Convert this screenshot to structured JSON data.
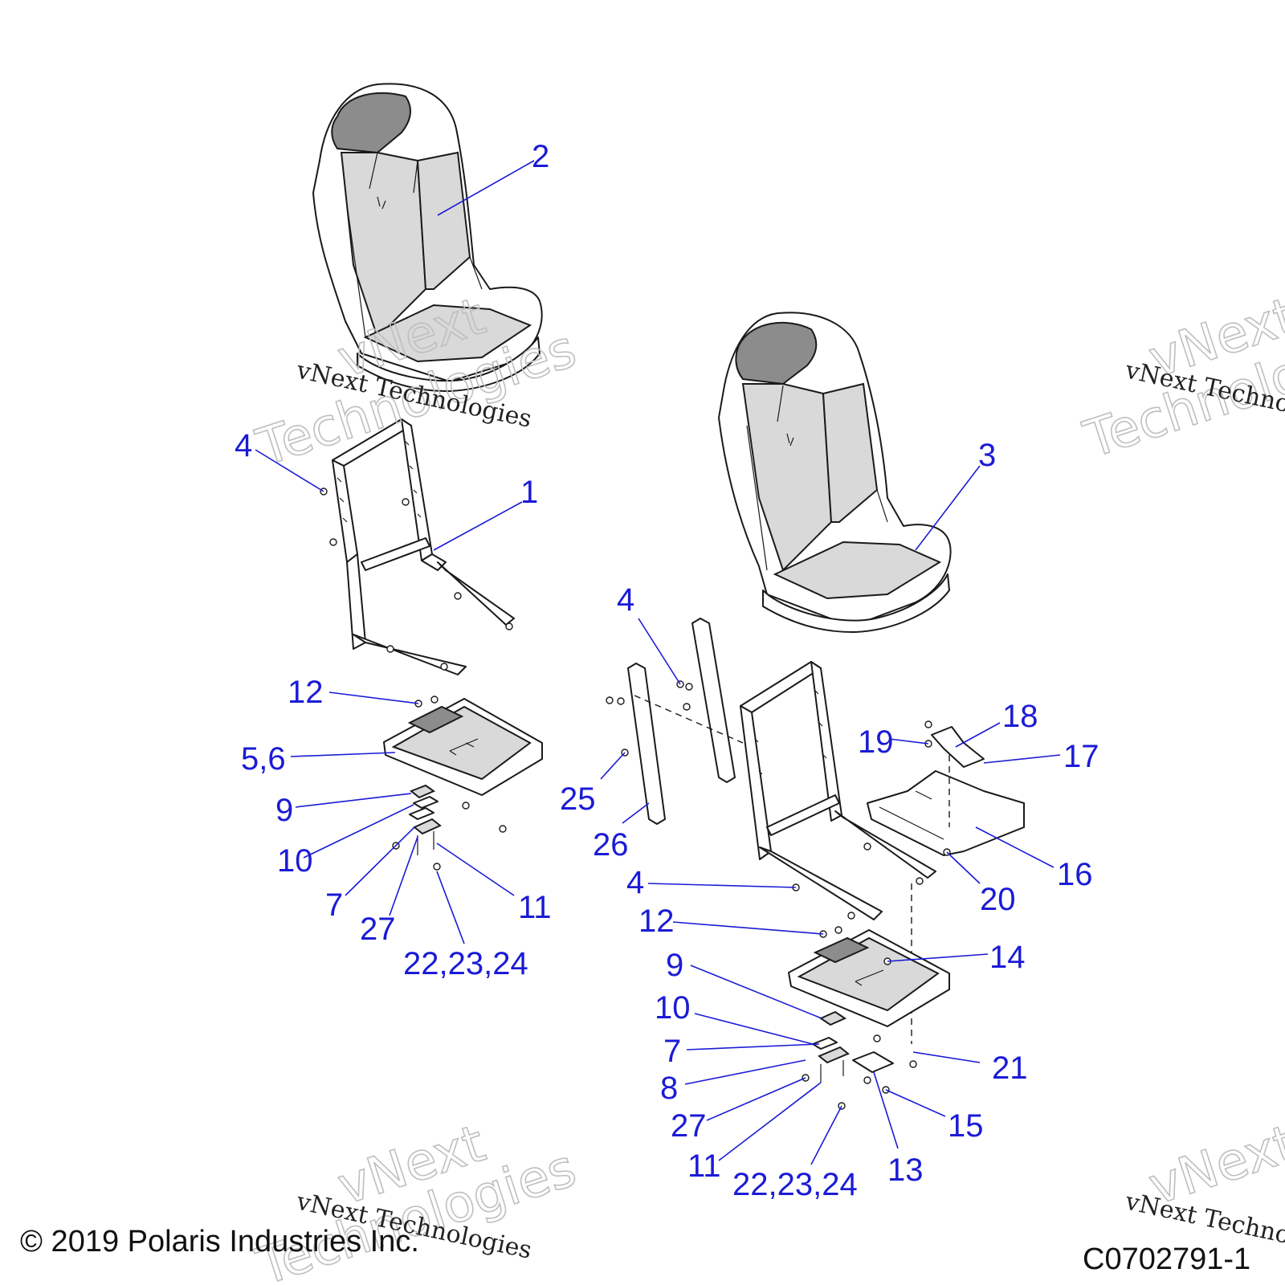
{
  "callouts": {
    "c2": "2",
    "c3": "3",
    "c1": "1",
    "c4a": "4",
    "c4b": "4",
    "c4c": "4",
    "c12a": "12",
    "c12b": "12",
    "c56": "5,6",
    "c9a": "9",
    "c9b": "9",
    "c10a": "10",
    "c10b": "10",
    "c7a": "7",
    "c7b": "7",
    "c27a": "27",
    "c27b": "27",
    "c11a": "11",
    "c11b": "11",
    "c222324a": "22,23,24",
    "c222324b": "22,23,24",
    "c25": "25",
    "c26": "26",
    "c18": "18",
    "c19": "19",
    "c17": "17",
    "c16": "16",
    "c20": "20",
    "c14": "14",
    "c21": "21",
    "c8": "8",
    "c15": "15",
    "c13": "13"
  },
  "watermark": {
    "small_text": "vNext Technologies",
    "big_line1": "vNext",
    "big_line2": "Technologies",
    "small_text_right": "vNext Techno",
    "big_right_line1": "vNext",
    "big_right_line2": "Technolo"
  },
  "footer": {
    "copyright": "© 2019 Polaris Industries Inc.",
    "drawing_id": "C0702791-1"
  }
}
